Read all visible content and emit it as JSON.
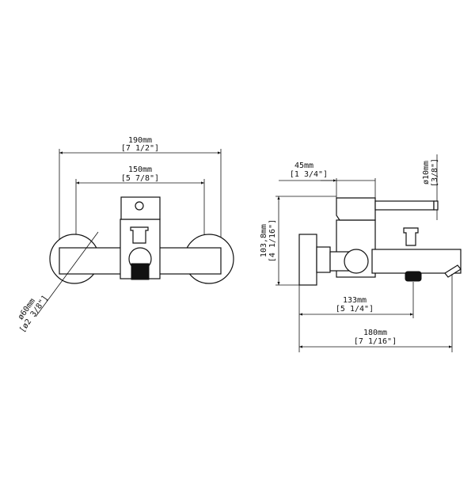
{
  "front_view": {
    "width_overall": {
      "mm": "190mm",
      "inch": "[7 1/2\"]"
    },
    "width_centers": {
      "mm": "150mm",
      "inch": "[5 7/8\"]"
    },
    "flange_diameter": {
      "mm": "ø60mm",
      "inch": "[ø2 3/8\"]"
    }
  },
  "side_view": {
    "handle_width": {
      "mm": "45mm",
      "inch": "[1 3/4\"]"
    },
    "lever_diameter": {
      "mm": "ø10mm",
      "inch": "[3/8\"]"
    },
    "height": {
      "mm": "103,8mm",
      "inch": "[4 1/16\"]"
    },
    "outlet_projection": {
      "mm": "133mm",
      "inch": "[5 1/4\"]"
    },
    "overall_projection": {
      "mm": "180mm",
      "inch": "[7 1/16\"]"
    }
  },
  "colors": {
    "line": "#111111",
    "background": "#ffffff"
  }
}
